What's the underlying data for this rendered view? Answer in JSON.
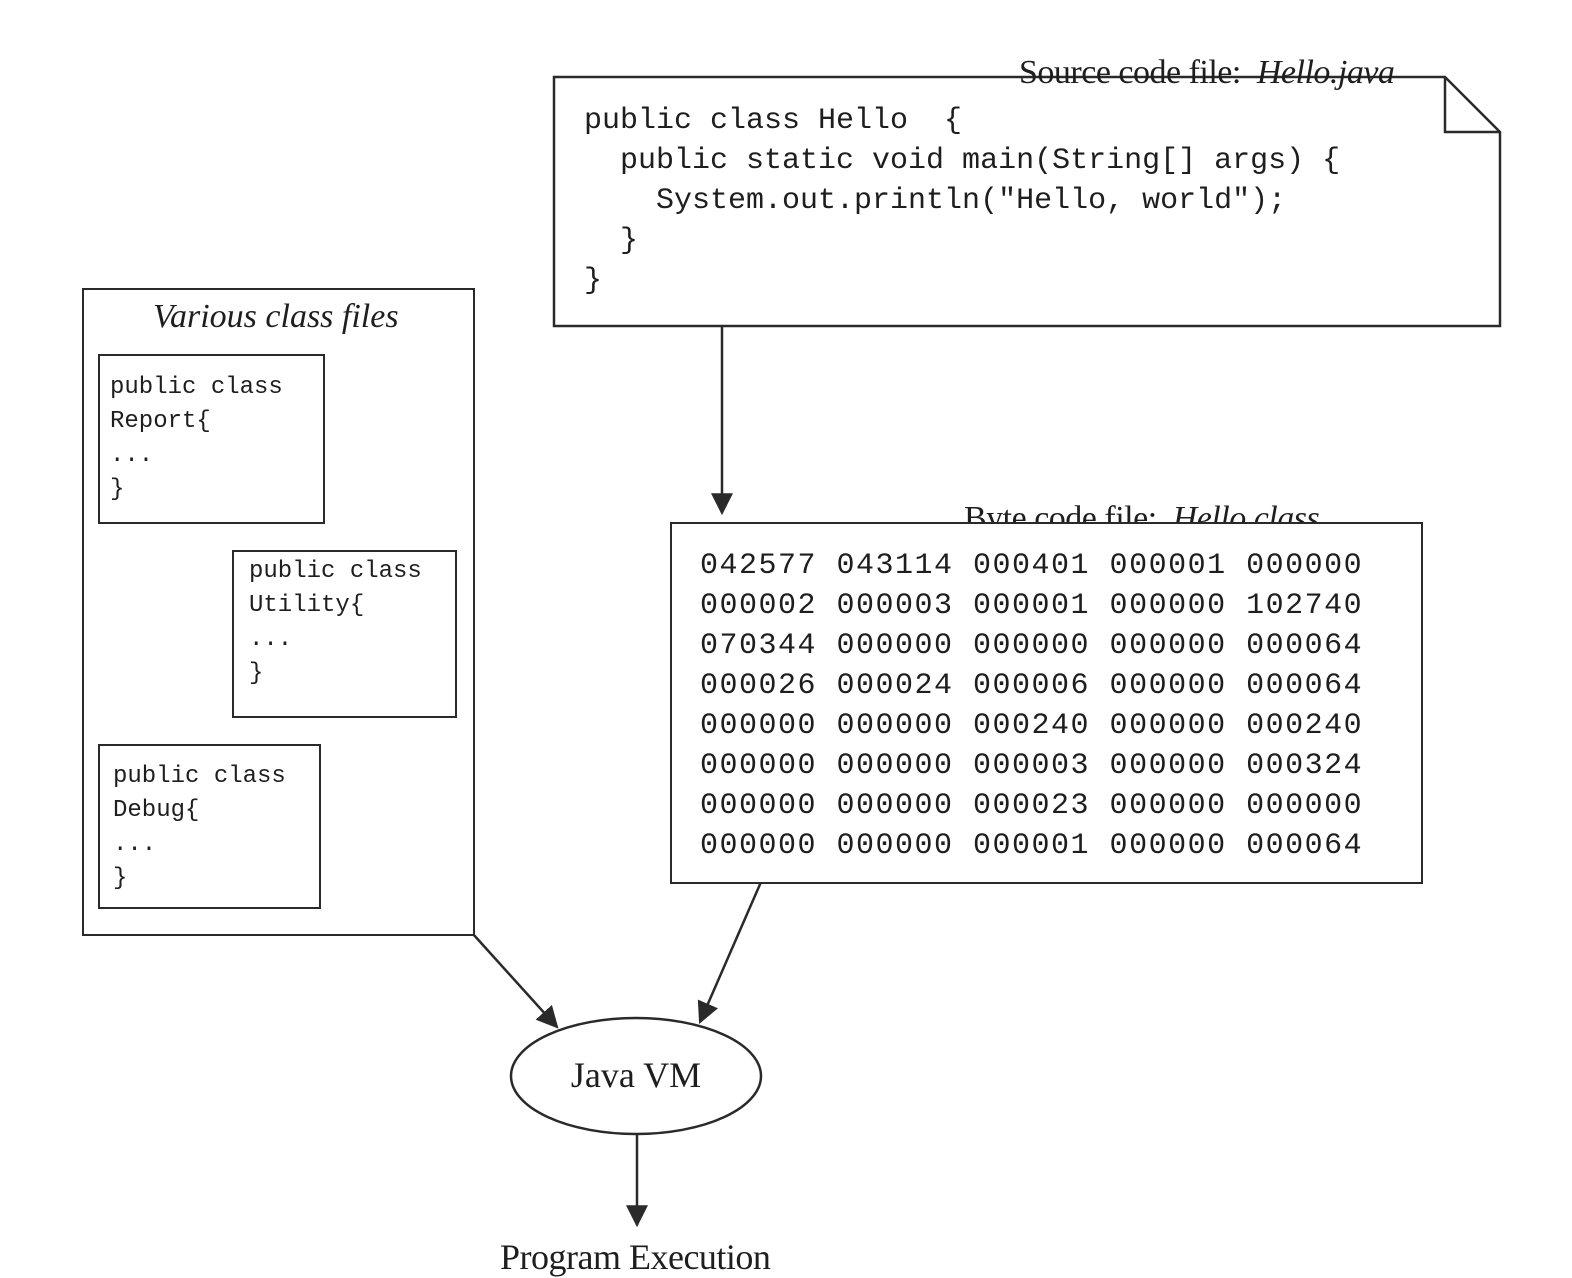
{
  "source": {
    "title_prefix": "Source code file:",
    "title_file": "Hello.java",
    "lines": [
      "public class Hello  {",
      "  public static void main(String[] args) {",
      "    System.out.println(\"Hello, world\");",
      "  }",
      "}"
    ]
  },
  "bytecode": {
    "title_prefix": "Byte code file:",
    "title_file": "Hello.class",
    "rows": [
      "042577 043114 000401 000001 000000",
      "000002 000003 000001 000000 102740",
      "070344 000000 000000 000000 000064",
      "000026 000024 000006 000000 000064",
      "000000 000000 000240 000000 000240",
      "000000 000000 000003 000000 000324",
      "000000 000000 000023 000000 000000",
      "000000 000000 000001 000000 000064"
    ]
  },
  "class_files": {
    "title": "Various class files",
    "files": [
      {
        "lines": [
          "public class",
          "Report{",
          "...",
          "}"
        ]
      },
      {
        "lines": [
          "public class",
          "Utility{",
          "...",
          "}"
        ]
      },
      {
        "lines": [
          "public class",
          "Debug{",
          "...",
          "}"
        ]
      }
    ]
  },
  "vm": {
    "label": "Java VM"
  },
  "execution": {
    "label": "Program Execution"
  }
}
